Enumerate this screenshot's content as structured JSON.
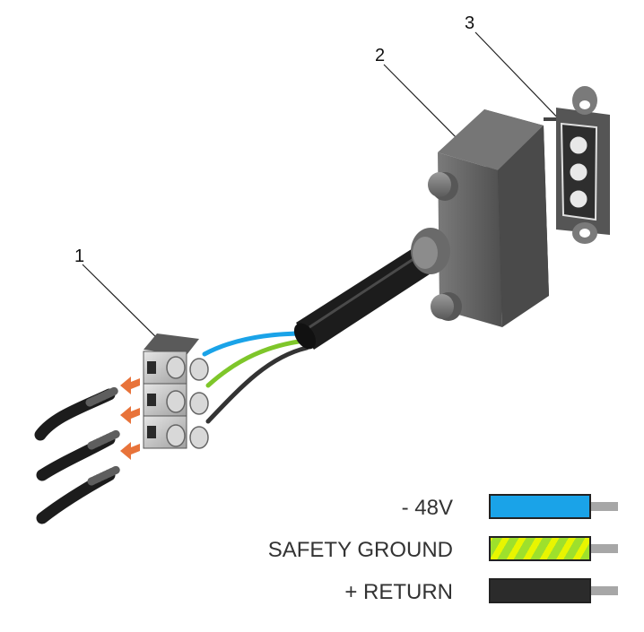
{
  "callouts": [
    {
      "label": "1"
    },
    {
      "label": "2"
    },
    {
      "label": "3"
    }
  ],
  "legend": [
    {
      "label": "- 48V",
      "color": "#1aa3e8",
      "pattern": "solid"
    },
    {
      "label": "SAFETY GROUND",
      "color": "#9ee02c",
      "stripe_color": "#e8f500",
      "pattern": "diagonal-stripes"
    },
    {
      "label": "+ RETURN",
      "color": "#2b2b2b",
      "pattern": "solid"
    }
  ],
  "colors": {
    "connector_body": "#5f5f5f",
    "connector_dark": "#3f3f3f",
    "cable_jacket": "#1c1c1c",
    "terminal_block": "#bdbdbd",
    "arrow": "#e8733a",
    "wire_blue": "#1aa3e8",
    "wire_green": "#7ec62a",
    "wire_black": "#333333"
  }
}
